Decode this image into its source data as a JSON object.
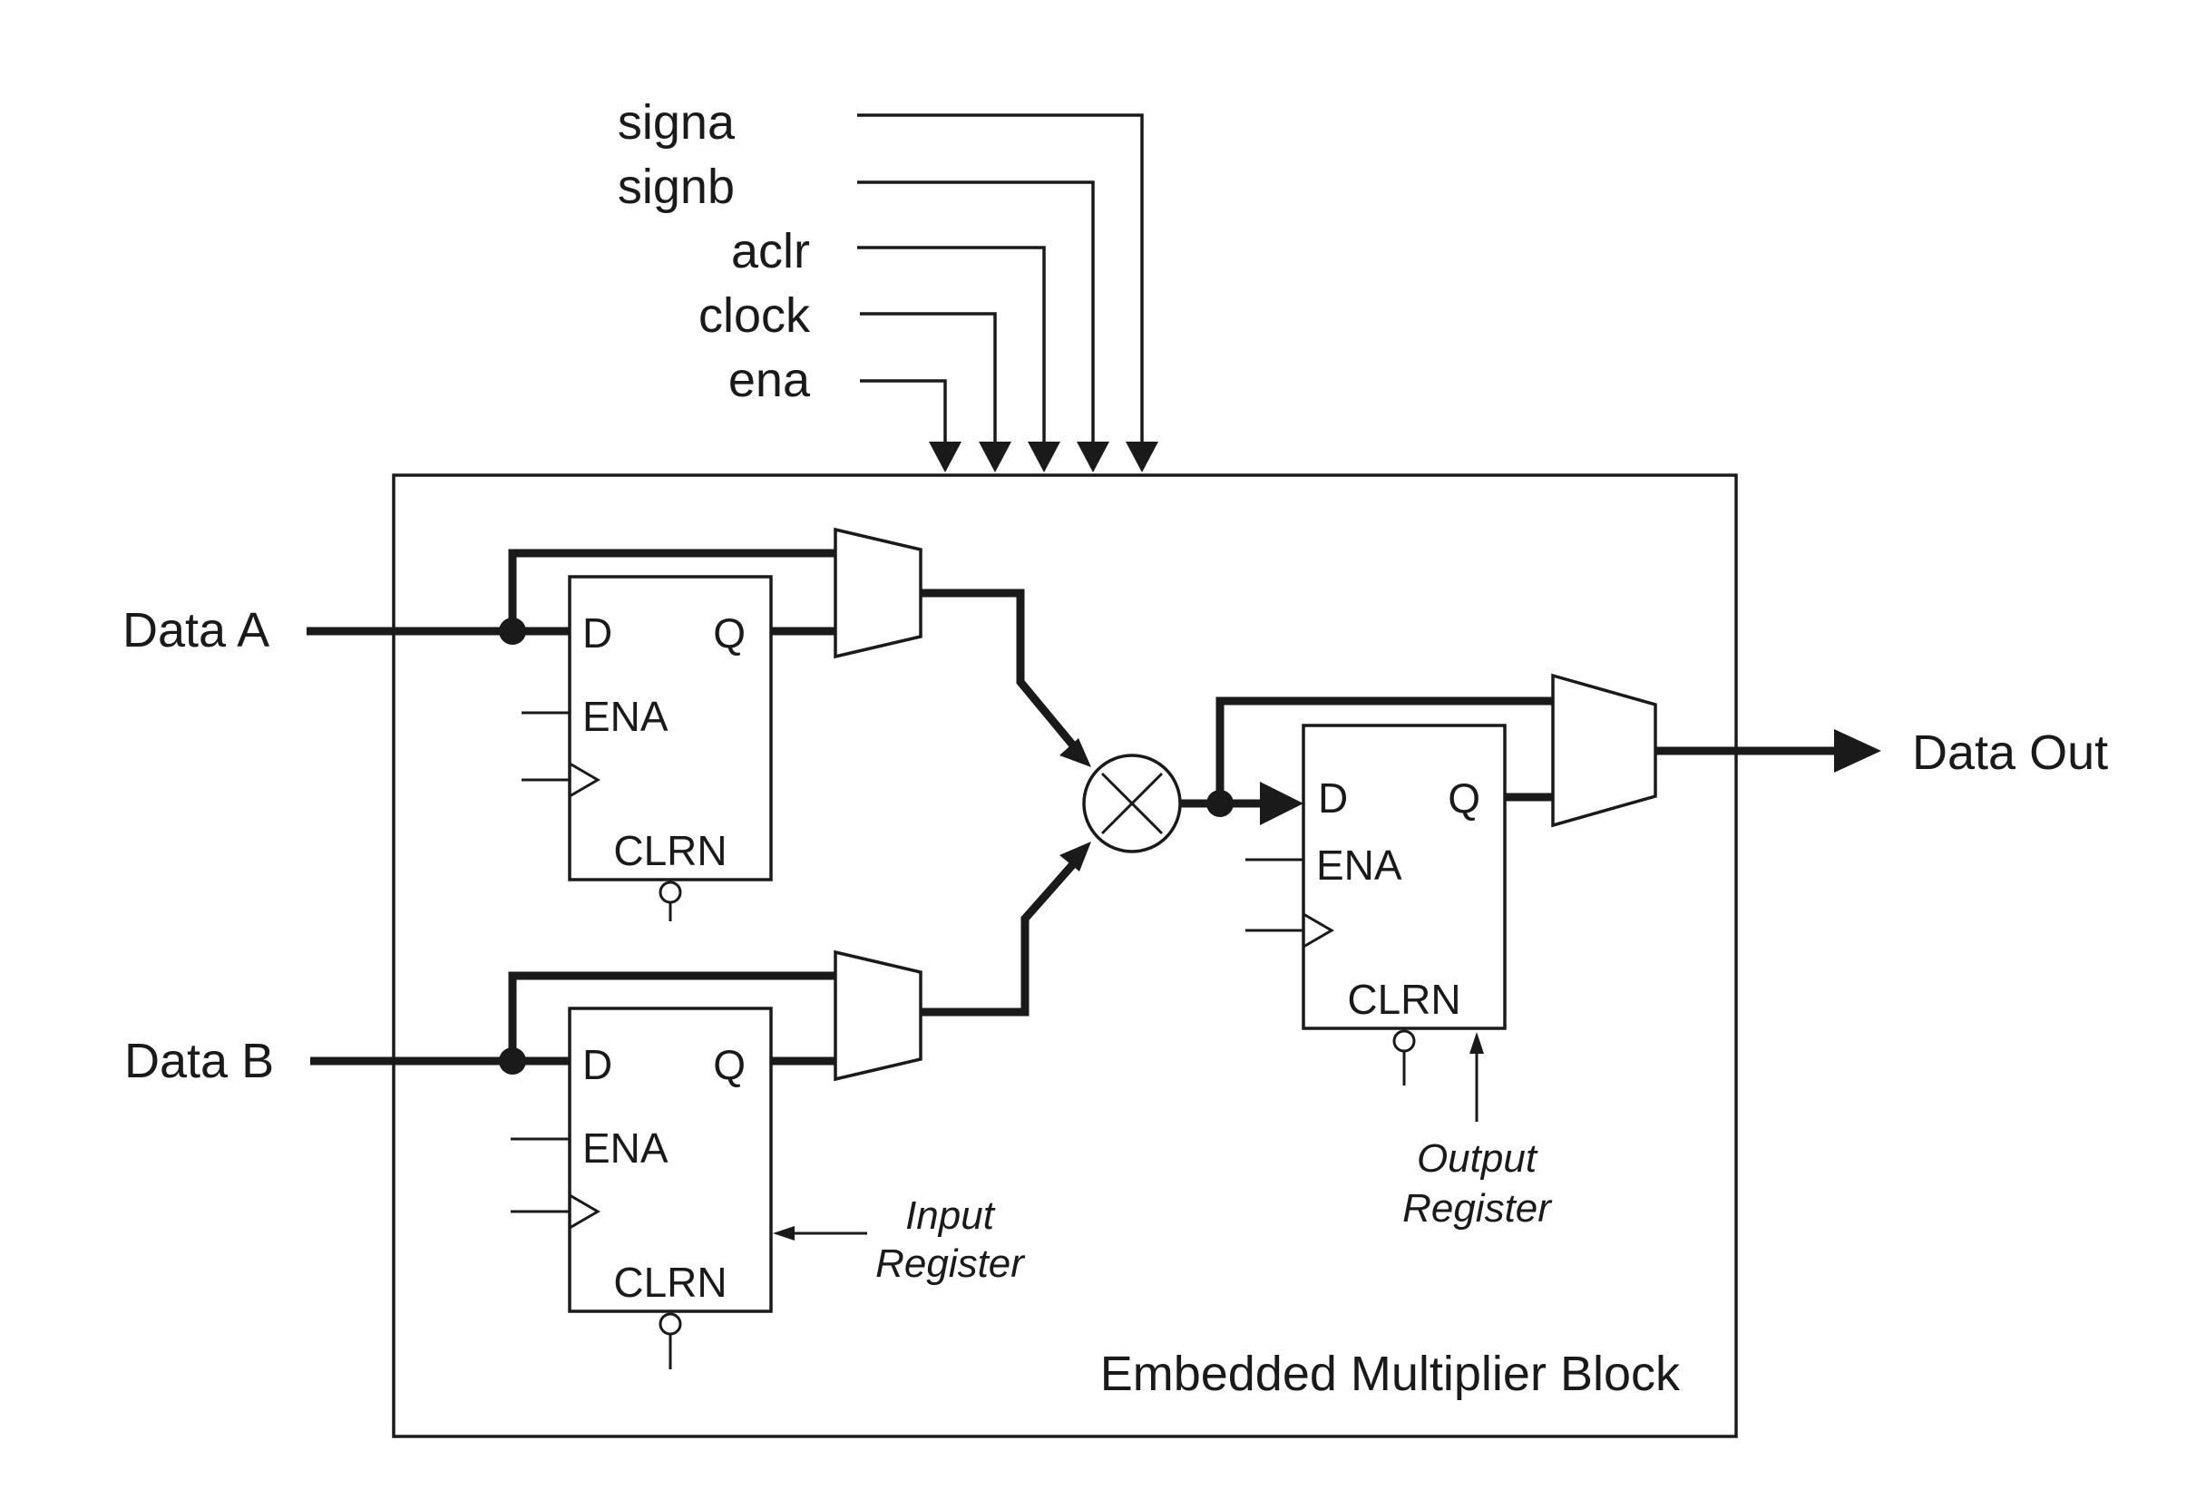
{
  "control_signals": [
    "signa",
    "signb",
    "aclr",
    "clock",
    "ena"
  ],
  "inputs": {
    "a": "Data A",
    "b": "Data B"
  },
  "output": "Data Out",
  "block_title": "Embedded Multiplier Block",
  "register_ports": {
    "d": "D",
    "q": "Q",
    "ena": "ENA",
    "clrn": "CLRN"
  },
  "annotations": {
    "input_register": [
      "Input",
      "Register"
    ],
    "output_register": [
      "Output",
      "Register"
    ]
  },
  "multiplier_symbol": "multiply-icon",
  "colors": {
    "line": "#1a1a1a",
    "background": "#ffffff"
  }
}
